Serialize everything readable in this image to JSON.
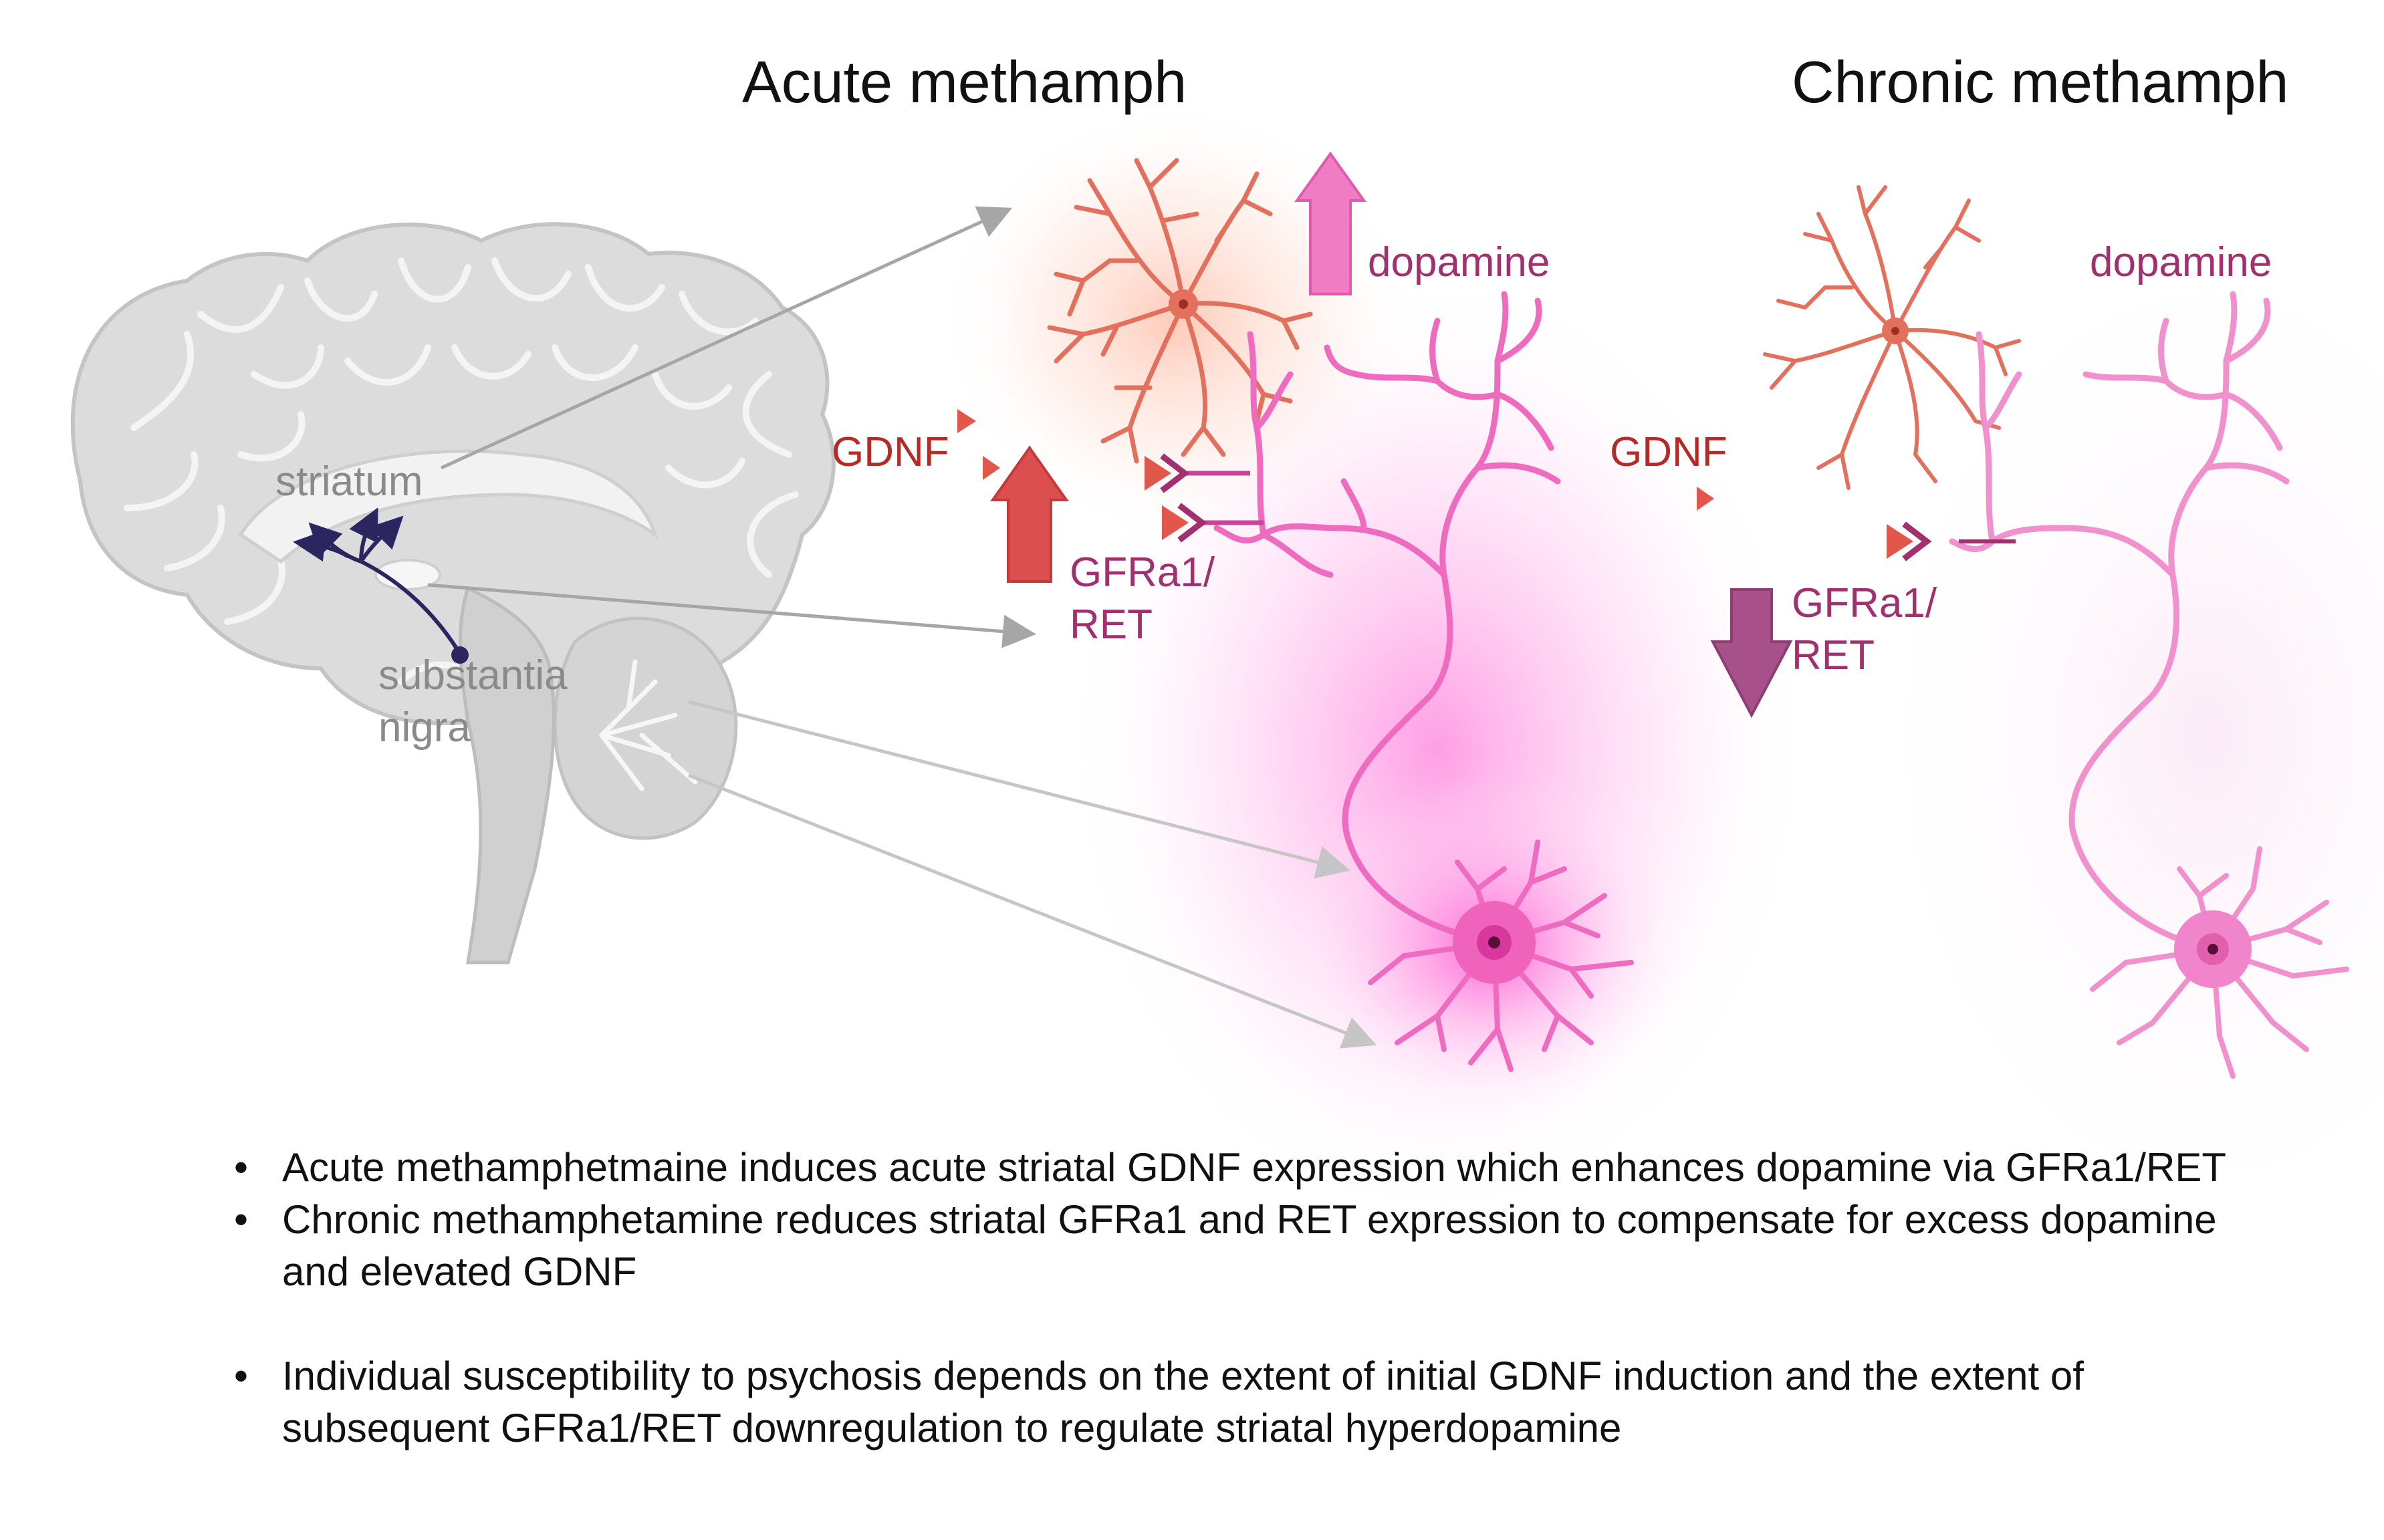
{
  "titles": {
    "acute": "Acute methamph",
    "chronic": "Chronic methamph"
  },
  "brain": {
    "striatum": "striatum",
    "substantia_nigra_line1": "substantia",
    "substantia_nigra_line2": "nigra"
  },
  "acute_panel": {
    "gdnf": "GDNF",
    "dopamine": "dopamine",
    "receptor_line1": "GFRa1/",
    "receptor_line2": "RET",
    "dopamine_change": "up",
    "receptor_change": "up"
  },
  "chronic_panel": {
    "gdnf": "GDNF",
    "dopamine": "dopamine",
    "receptor_line1": "GFRa1/",
    "receptor_line2": "RET",
    "receptor_change": "down"
  },
  "colors": {
    "astrocyte": "#e2705c",
    "neuron": "#ee6bc0",
    "dopamine_up_arrow": "#f07cc3",
    "receptor_up_arrow": "#dc4f4f",
    "receptor_down_arrow": "#a8508a",
    "brain": "#d9d9d9",
    "pathway": "#2c2660"
  },
  "bullets": [
    "Acute methamphetmaine induces acute striatal GDNF expression which enhances dopamine via GFRa1/RET",
    "Chronic methamphetamine reduces striatal GFRa1 and RET expression to compensate for excess dopamine and elevated GDNF",
    "Individual susceptibility to psychosis depends on the extent of initial GDNF induction and the extent of subsequent GFRa1/RET downregulation to regulate striatal hyperdopamine"
  ]
}
